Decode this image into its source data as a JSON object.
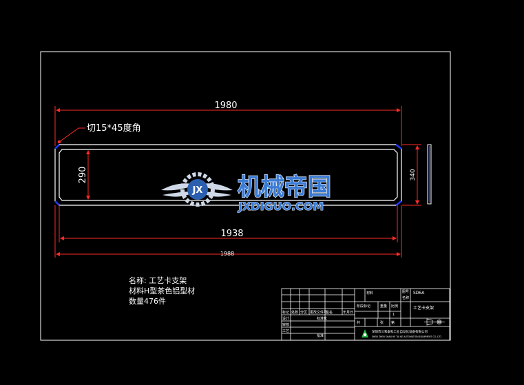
{
  "drawing": {
    "dims": {
      "top_length": "1980",
      "inner_length": "1938",
      "bottom_length": "1988",
      "left_height": "290",
      "right_height": "340"
    },
    "chamfer_note": "切15*45度角",
    "notes": {
      "name": "名称: 工艺卡支架",
      "material": "材料H型茶色铝型材",
      "quantity": "数量476件"
    },
    "watermark": {
      "cn": "机械帝国",
      "en": "JXDIGUO.COM",
      "emblem": "JX"
    },
    "title_block": {
      "drawing_no": "SD6A",
      "part_name": "工艺卡支架",
      "company": "深圳市三和泰科工业自动化设备有限公司",
      "company_en": "SHEN ZHEN SHAN HE TAI KE AUTOMATION EQUIPMENT CO.,LTD",
      "cells": {
        "c1": "标记",
        "c2": "处数",
        "c3": "分区",
        "c4": "更改文件号",
        "c5": "签名",
        "c6": "年月日",
        "c7": "设计",
        "c8": "标准化",
        "c9": "审核",
        "c10": "工艺",
        "c11": "批准",
        "c12": "阶段标记",
        "c13": "重量",
        "c14": "比例",
        "c15": "共",
        "c16": "张",
        "c17": "第",
        "c18": "材料",
        "c19": "名称",
        "c20": "图号",
        "c21": "1"
      }
    },
    "colors": {
      "background": "#000000",
      "outline": "#ffffff",
      "dimension": "#ff2a2a",
      "corner": "#1f3cff",
      "watermark": "#3a7bd5"
    }
  }
}
